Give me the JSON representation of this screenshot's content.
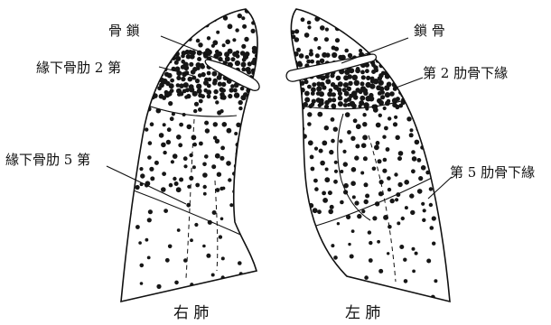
{
  "labels": {
    "clavicle_right": "骨 鎖",
    "clavicle_left": "鎖 骨",
    "rib2_right": "緣下骨肋 2 第",
    "rib2_left": "第 2 肋骨下緣",
    "rib5_right": "緣下骨肋 5 第",
    "rib5_left": "第 5 肋骨下緣"
  },
  "captions": {
    "right_lung": "右  肺",
    "left_lung": "左  肺"
  }
}
